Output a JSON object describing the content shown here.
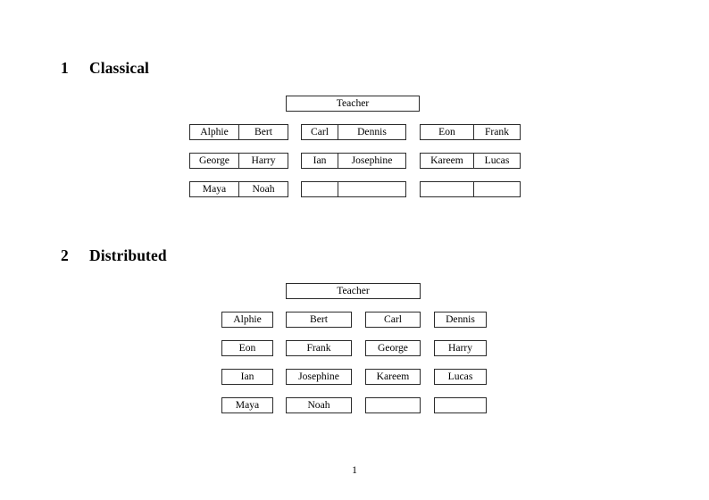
{
  "document": {
    "page_number": "1",
    "sections": [
      {
        "number": "1",
        "title": "Classical",
        "teacher_label": "Teacher",
        "layout": "classical",
        "groups": [
          {
            "rows": [
              [
                "Alphie",
                "Bert"
              ],
              [
                "George",
                "Harry"
              ],
              [
                "Maya",
                "Noah"
              ]
            ]
          },
          {
            "rows": [
              [
                "Carl",
                "Dennis"
              ],
              [
                "Ian",
                "Josephine"
              ],
              [
                "",
                ""
              ]
            ]
          },
          {
            "rows": [
              [
                "Eon",
                "Frank"
              ],
              [
                "Kareem",
                "Lucas"
              ],
              [
                "",
                ""
              ]
            ]
          }
        ]
      },
      {
        "number": "2",
        "title": "Distributed",
        "teacher_label": "Teacher",
        "layout": "distributed",
        "rows": [
          [
            "Alphie",
            "Bert",
            "Carl",
            "Dennis"
          ],
          [
            "Eon",
            "Frank",
            "George",
            "Harry"
          ],
          [
            "Ian",
            "Josephine",
            "Kareem",
            "Lucas"
          ],
          [
            "Maya",
            "Noah",
            "",
            ""
          ]
        ]
      }
    ]
  }
}
